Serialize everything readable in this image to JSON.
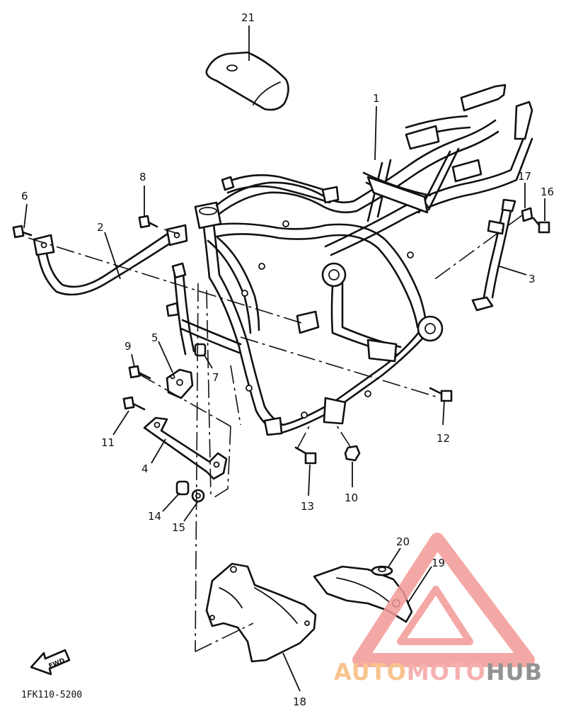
{
  "diagram": {
    "callouts": [
      {
        "id": "c1",
        "label": "1"
      },
      {
        "id": "c2",
        "label": "2"
      },
      {
        "id": "c3",
        "label": "3"
      },
      {
        "id": "c4",
        "label": "4"
      },
      {
        "id": "c5",
        "label": "5"
      },
      {
        "id": "c6",
        "label": "6"
      },
      {
        "id": "c7",
        "label": "7"
      },
      {
        "id": "c8",
        "label": "8"
      },
      {
        "id": "c9",
        "label": "9"
      },
      {
        "id": "c10",
        "label": "10"
      },
      {
        "id": "c11",
        "label": "11"
      },
      {
        "id": "c12",
        "label": "12"
      },
      {
        "id": "c13",
        "label": "13"
      },
      {
        "id": "c14",
        "label": "14"
      },
      {
        "id": "c15",
        "label": "15"
      },
      {
        "id": "c16",
        "label": "16"
      },
      {
        "id": "c17",
        "label": "17"
      },
      {
        "id": "c18",
        "label": "18"
      },
      {
        "id": "c19",
        "label": "19"
      },
      {
        "id": "c20",
        "label": "20"
      },
      {
        "id": "c21",
        "label": "21"
      }
    ],
    "forward_arrow_label": "FWD",
    "drawing_code": "1FK110-5200"
  },
  "watermark": {
    "parts": [
      "AUTO",
      "MOTO",
      "HUB"
    ],
    "colors": {
      "auto": "#f7b97a",
      "moto": "#f5a3a0",
      "hub": "#7f7f7f",
      "triangle": "#f39a96"
    }
  }
}
